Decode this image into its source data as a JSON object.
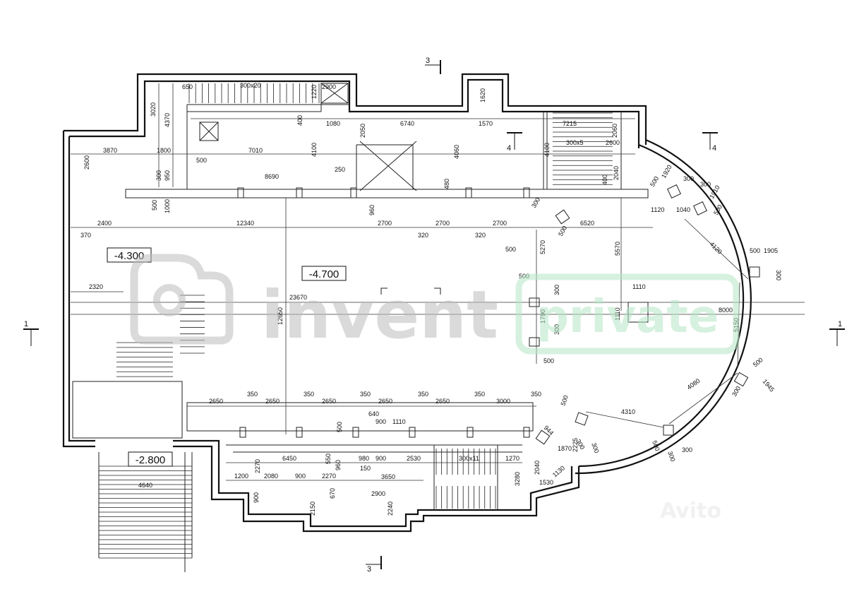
{
  "levels": [
    "-4.300",
    "-4.700",
    "-2.800"
  ],
  "section_marks": [
    "3",
    "3",
    "4",
    "4",
    "1",
    "1"
  ],
  "watermark": {
    "brand": "invent",
    "badge": "private",
    "corner": "Avito"
  },
  "dimensions_top": [
    "650",
    "300x20",
    "1220",
    "2900",
    "3020",
    "4370",
    "1620",
    "400",
    "1080",
    "6740",
    "1570",
    "7215",
    "2060",
    "2050",
    "4060",
    "4100",
    "4100",
    "300x5",
    "2600"
  ],
  "dimensions_row2": [
    "3870",
    "1800",
    "7010",
    "500",
    "2600",
    "300",
    "950",
    "8690",
    "250",
    "480",
    "400",
    "2040",
    "500",
    "1000"
  ],
  "dimensions_row3": [
    "2400",
    "12340",
    "2700",
    "2700",
    "2700",
    "6520",
    "370",
    "320",
    "320",
    "960",
    "500",
    "5270",
    "5570",
    "300",
    "500",
    "500",
    "1120",
    "1040",
    "1920",
    "300",
    "1910",
    "300",
    "500"
  ],
  "dimensions_mid": [
    "2320",
    "23670",
    "12650",
    "500",
    "300",
    "1790",
    "300",
    "500",
    "1110",
    "1110",
    "8000",
    "4120",
    "500",
    "1905",
    "300",
    "5150"
  ],
  "dimensions_bottom_row": [
    "2650",
    "350",
    "2650",
    "350",
    "2650",
    "350",
    "2650",
    "350",
    "2650",
    "350",
    "3000",
    "350",
    "640",
    "900",
    "1110",
    "500"
  ],
  "dimensions_lower": [
    "6450",
    "550",
    "960",
    "980",
    "900",
    "2530",
    "300x11",
    "1270",
    "150",
    "1200",
    "2080",
    "900",
    "2270",
    "3650",
    "3280",
    "2040",
    "1130",
    "1530",
    "2270",
    "900",
    "670",
    "2900",
    "2150",
    "2240",
    "944",
    "1870",
    "2225",
    "500",
    "4310",
    "300",
    "300",
    "500",
    "300",
    "4080",
    "500",
    "1945",
    "300",
    "300",
    "4640"
  ]
}
